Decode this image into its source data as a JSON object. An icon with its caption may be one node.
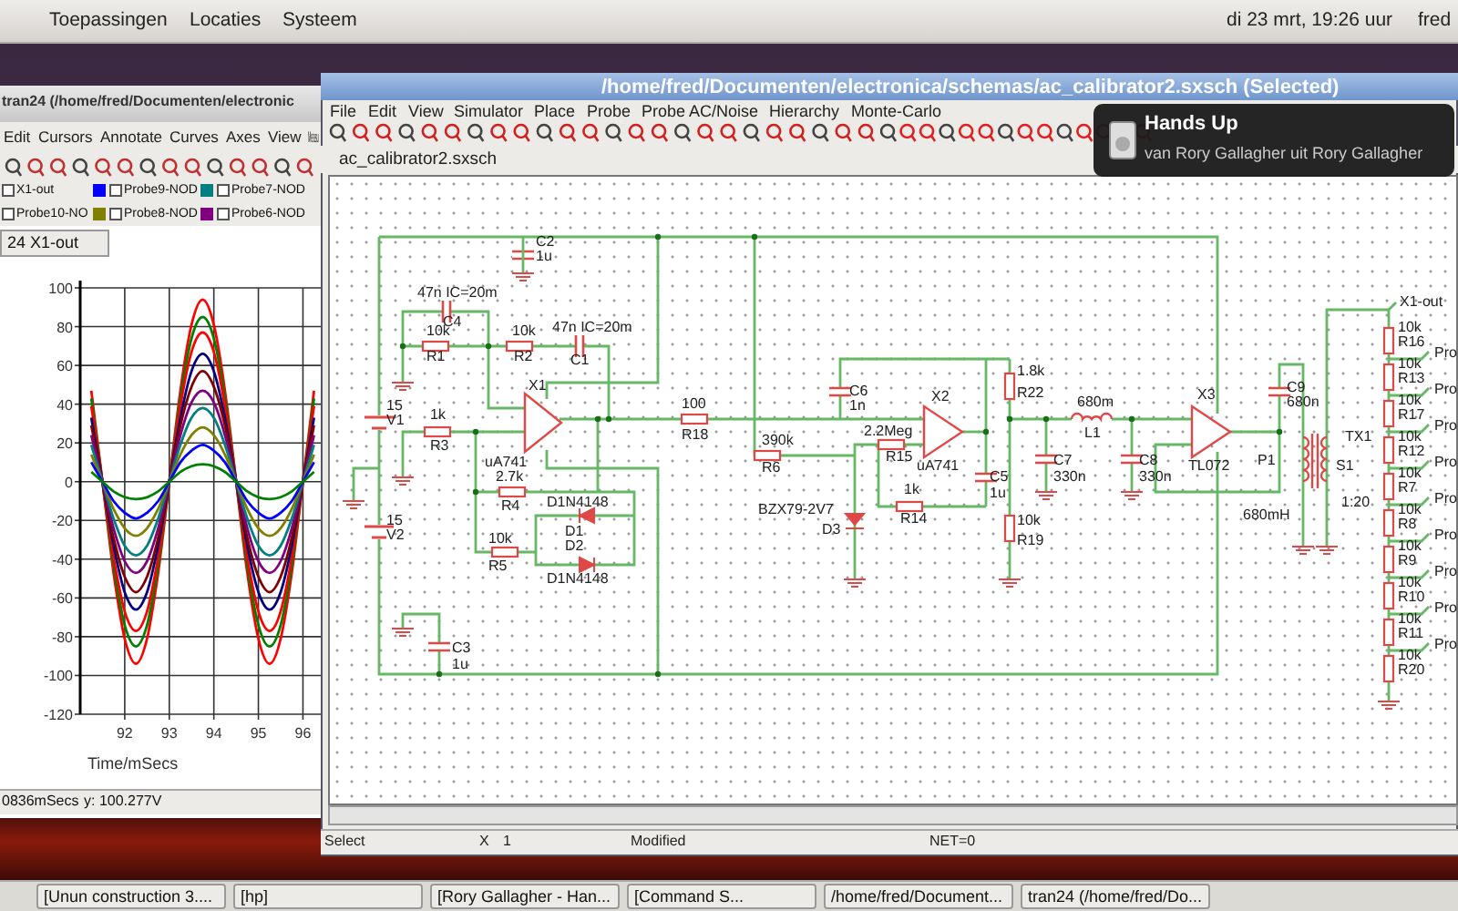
{
  "diagram": {
    "labels": [
      "Toepassingen",
      "Locaties",
      "Systeem",
      "di 23 mrt, 19:26 uur",
      "fred",
      "tran24 (/home/fred/Documenten/electronic",
      "Edit",
      "Cursors",
      "Annotate",
      "Curves",
      "Axes",
      "View",
      "Measu",
      "X1-out",
      "Probe9-NOD",
      "Probe7-NOD",
      "Probe10-NO",
      "Probe8-NOD",
      "Probe6-NOD",
      "24 X1-out",
      "0836mSecs",
      "y: 100.277V",
      "/home/fred/Documenten/electronica/schemas/ac_calibrator2.sxsch (Selected)",
      "File",
      "Edit",
      "View",
      "Simulator",
      "Place",
      "Probe",
      "Probe AC/Noise",
      "Hierarchy",
      "Monte-Carlo",
      "ac_calibrator2.sxsch",
      "C2",
      "1u",
      "47n IC=20m",
      "C4",
      "10k",
      "R1",
      "10k",
      "R2",
      "47n IC=20m",
      "C1",
      "X1",
      "1k",
      "R3",
      "uA741",
      "15",
      "V1",
      "15",
      "V2",
      "2.7k",
      "R4",
      "D1N4148",
      "D1",
      "D2",
      "D1N4148",
      "10k",
      "R5",
      "C3",
      "1u",
      "100",
      "R18",
      "C6",
      "1n",
      "390k",
      "R6",
      "2.2Meg",
      "R15",
      "X2",
      "uA741",
      "1k",
      "R14",
      "BZX79-2V7",
      "D3",
      "1.8k",
      "R22",
      "C5",
      "1u",
      "10k",
      "R19",
      "680m",
      "L1",
      "C7",
      "330n",
      "C8",
      "330n",
      "X3",
      "TL072",
      "C9",
      "680n",
      "P1",
      "S1",
      "TX1",
      "680mH",
      "1:20",
      "X1-out",
      "10k",
      "R16",
      "10k",
      "R13",
      "10k",
      "R17",
      "10k",
      "R12",
      "10k",
      "R7",
      "10k",
      "R8",
      "10k",
      "R9",
      "10k",
      "R10",
      "10k",
      "R11",
      "10k",
      "R20",
      "Pro",
      "Pro",
      "Pro",
      "Pro",
      "Pro",
      "Pro",
      "Pro",
      "Pro",
      "Pro",
      "Select",
      "X",
      "1",
      "Modified",
      "NET=0",
      "Hands Up",
      "van Rory Gallagher uit Rory Gallagher",
      "[Unun construction 3....",
      "[hp]",
      "[Rory Gallagher - Han...",
      "[Command S...",
      "/home/fred/Document...",
      "tran24 (/home/fred/Do..."
    ],
    "chart_data": {
      "type": "line",
      "xlabel": "Time/mSecs",
      "x": [
        91.25,
        91.5,
        91.75,
        92,
        92.25,
        92.5,
        92.75,
        93,
        93.25,
        93.5,
        93.75,
        94,
        94.25,
        94.5,
        94.75,
        95,
        95.25,
        95.5,
        95.75,
        96,
        96.25
      ],
      "series": [
        {
          "color": "#ff0000",
          "values": [
            47,
            0,
            -47,
            -81,
            -94,
            -81,
            -47,
            0,
            47,
            81,
            94,
            81,
            47,
            0,
            -47,
            -81,
            -94,
            -81,
            -47,
            0,
            47
          ]
        },
        {
          "color": "#008000",
          "values": [
            43,
            0,
            -43,
            -74,
            -85,
            -74,
            -43,
            0,
            43,
            74,
            85,
            74,
            43,
            0,
            -43,
            -74,
            -85,
            -74,
            -43,
            0,
            43
          ]
        },
        {
          "color": "#ff0000",
          "values": [
            39,
            0,
            -39,
            -67,
            -77,
            -67,
            -39,
            0,
            39,
            67,
            77,
            67,
            39,
            0,
            -39,
            -67,
            -77,
            -67,
            -39,
            0,
            39
          ]
        },
        {
          "color": "#000080",
          "values": [
            33,
            0,
            -33,
            -57,
            -66,
            -57,
            -33,
            0,
            33,
            57,
            66,
            57,
            33,
            0,
            -33,
            -57,
            -66,
            -57,
            -33,
            0,
            33
          ]
        },
        {
          "color": "#800000",
          "values": [
            29,
            0,
            -29,
            -49,
            -57,
            -49,
            -29,
            0,
            29,
            49,
            57,
            49,
            29,
            0,
            -29,
            -49,
            -57,
            -49,
            -29,
            0,
            29
          ]
        },
        {
          "color": "#800080",
          "values": [
            24,
            0,
            -24,
            -41,
            -47,
            -41,
            -24,
            0,
            24,
            41,
            47,
            41,
            24,
            0,
            -24,
            -41,
            -47,
            -41,
            -24,
            0,
            24
          ]
        },
        {
          "color": "#008080",
          "values": [
            19,
            0,
            -19,
            -33,
            -38,
            -33,
            -19,
            0,
            19,
            33,
            38,
            33,
            19,
            0,
            -19,
            -33,
            -38,
            -33,
            -19,
            0,
            19
          ]
        },
        {
          "color": "#808000",
          "values": [
            14,
            0,
            -14,
            -24,
            -28,
            -24,
            -14,
            0,
            14,
            24,
            28,
            24,
            14,
            0,
            -14,
            -24,
            -28,
            -24,
            -14,
            0,
            14
          ]
        },
        {
          "color": "#0000ff",
          "values": [
            10,
            0,
            -10,
            -16,
            -19,
            -16,
            -10,
            0,
            10,
            16,
            19,
            16,
            10,
            0,
            -10,
            -16,
            -19,
            -16,
            -10,
            0,
            10
          ]
        },
        {
          "color": "#008000",
          "values": [
            5,
            0,
            -5,
            -8,
            -9,
            -8,
            -5,
            0,
            5,
            8,
            9,
            8,
            5,
            0,
            -5,
            -8,
            -9,
            -8,
            -5,
            0,
            5
          ]
        }
      ],
      "grid": true,
      "xlim": [
        91,
        96.4
      ],
      "ylim": [
        -120,
        100
      ],
      "xticks": [
        92,
        93,
        94,
        95,
        96
      ],
      "yticks": [
        -120,
        -100,
        -80,
        -60,
        -40,
        -20,
        0,
        20,
        40,
        60,
        80,
        100
      ]
    }
  }
}
